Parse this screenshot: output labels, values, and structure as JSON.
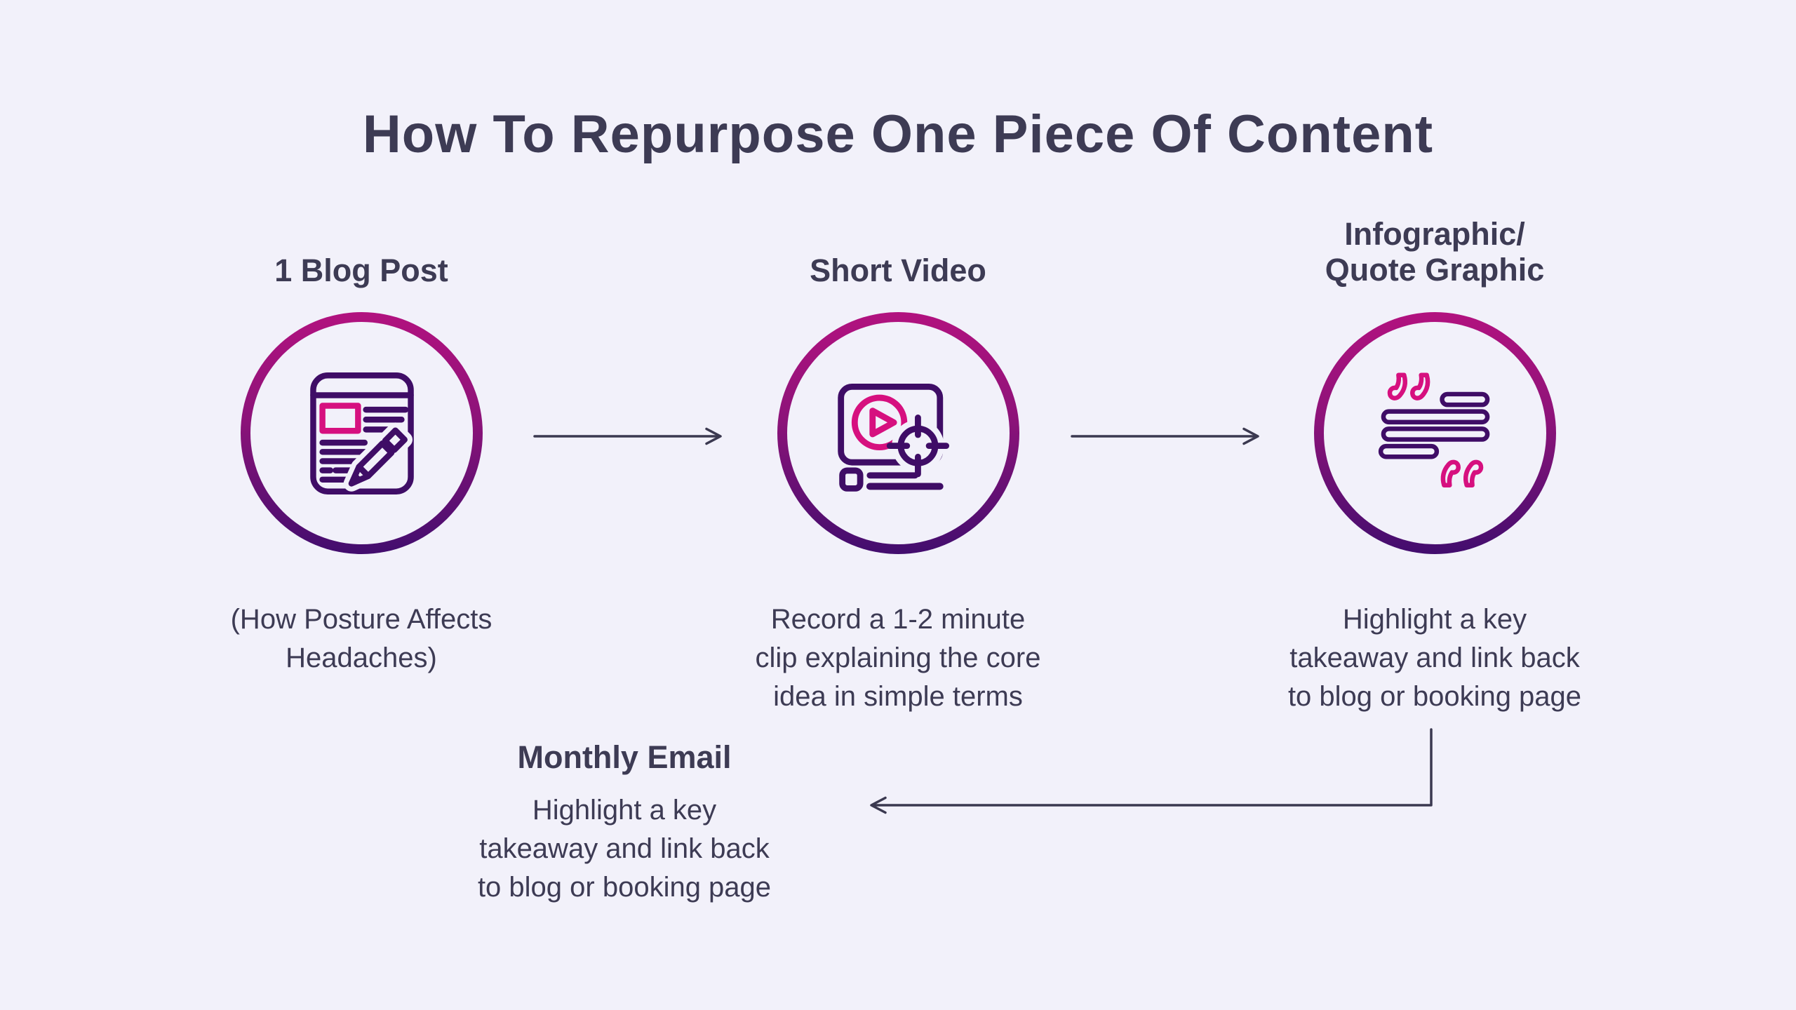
{
  "title": "How To Repurpose One Piece Of Content",
  "colors": {
    "background": "#f2f1fa",
    "text": "#3d3b54",
    "ring_gradient_top": "#b2127f",
    "ring_gradient_bottom": "#420d6e",
    "icon_stroke": "#3f0d66",
    "icon_accent_pink": "#d6107f",
    "connector": "#3b3950"
  },
  "columns": [
    {
      "icon": "blog-post-icon",
      "label_lines": [
        "1 Blog Post"
      ],
      "description_lines": [
        "(How Posture Affects",
        "Headaches)"
      ]
    },
    {
      "icon": "short-video-icon",
      "label_lines": [
        "Short Video"
      ],
      "description_lines": [
        "Record a 1-2 minute",
        "clip explaining the core",
        "idea in simple terms"
      ]
    },
    {
      "icon": "quote-graphic-icon",
      "label_lines": [
        "Infographic/",
        "Quote Graphic"
      ],
      "description_lines": [
        "Highlight a key",
        "takeaway and link back",
        "to blog or booking page"
      ]
    }
  ],
  "monthly_email": {
    "label": "Monthly Email",
    "description_lines": [
      "Highlight a key",
      "takeaway and link back",
      "to blog or booking page"
    ]
  }
}
